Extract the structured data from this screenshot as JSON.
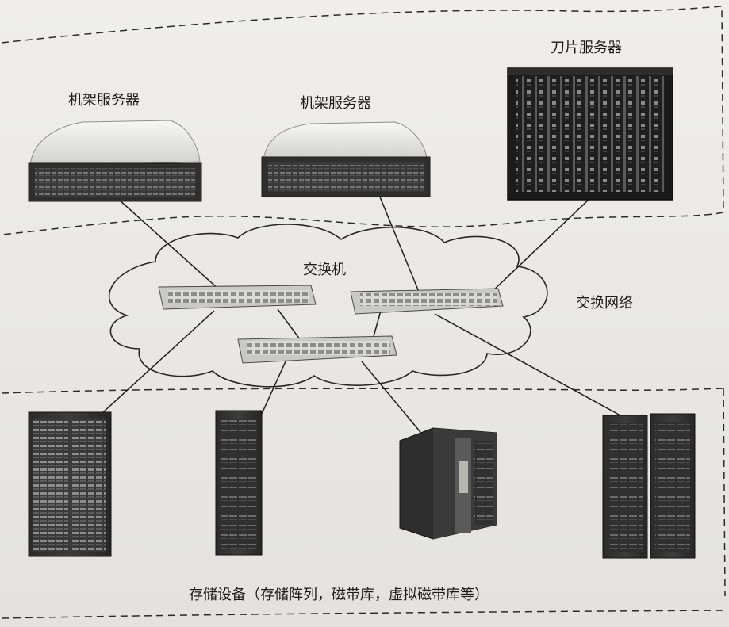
{
  "labels": {
    "rack_server_left": "机架服务器",
    "rack_server_middle": "机架服务器",
    "blade_server": "刀片服务器",
    "switch": "交换机",
    "switch_network": "交换网络",
    "storage_devices": "存储设备（存储阵列，磁带库，虚拟磁带库等）"
  }
}
